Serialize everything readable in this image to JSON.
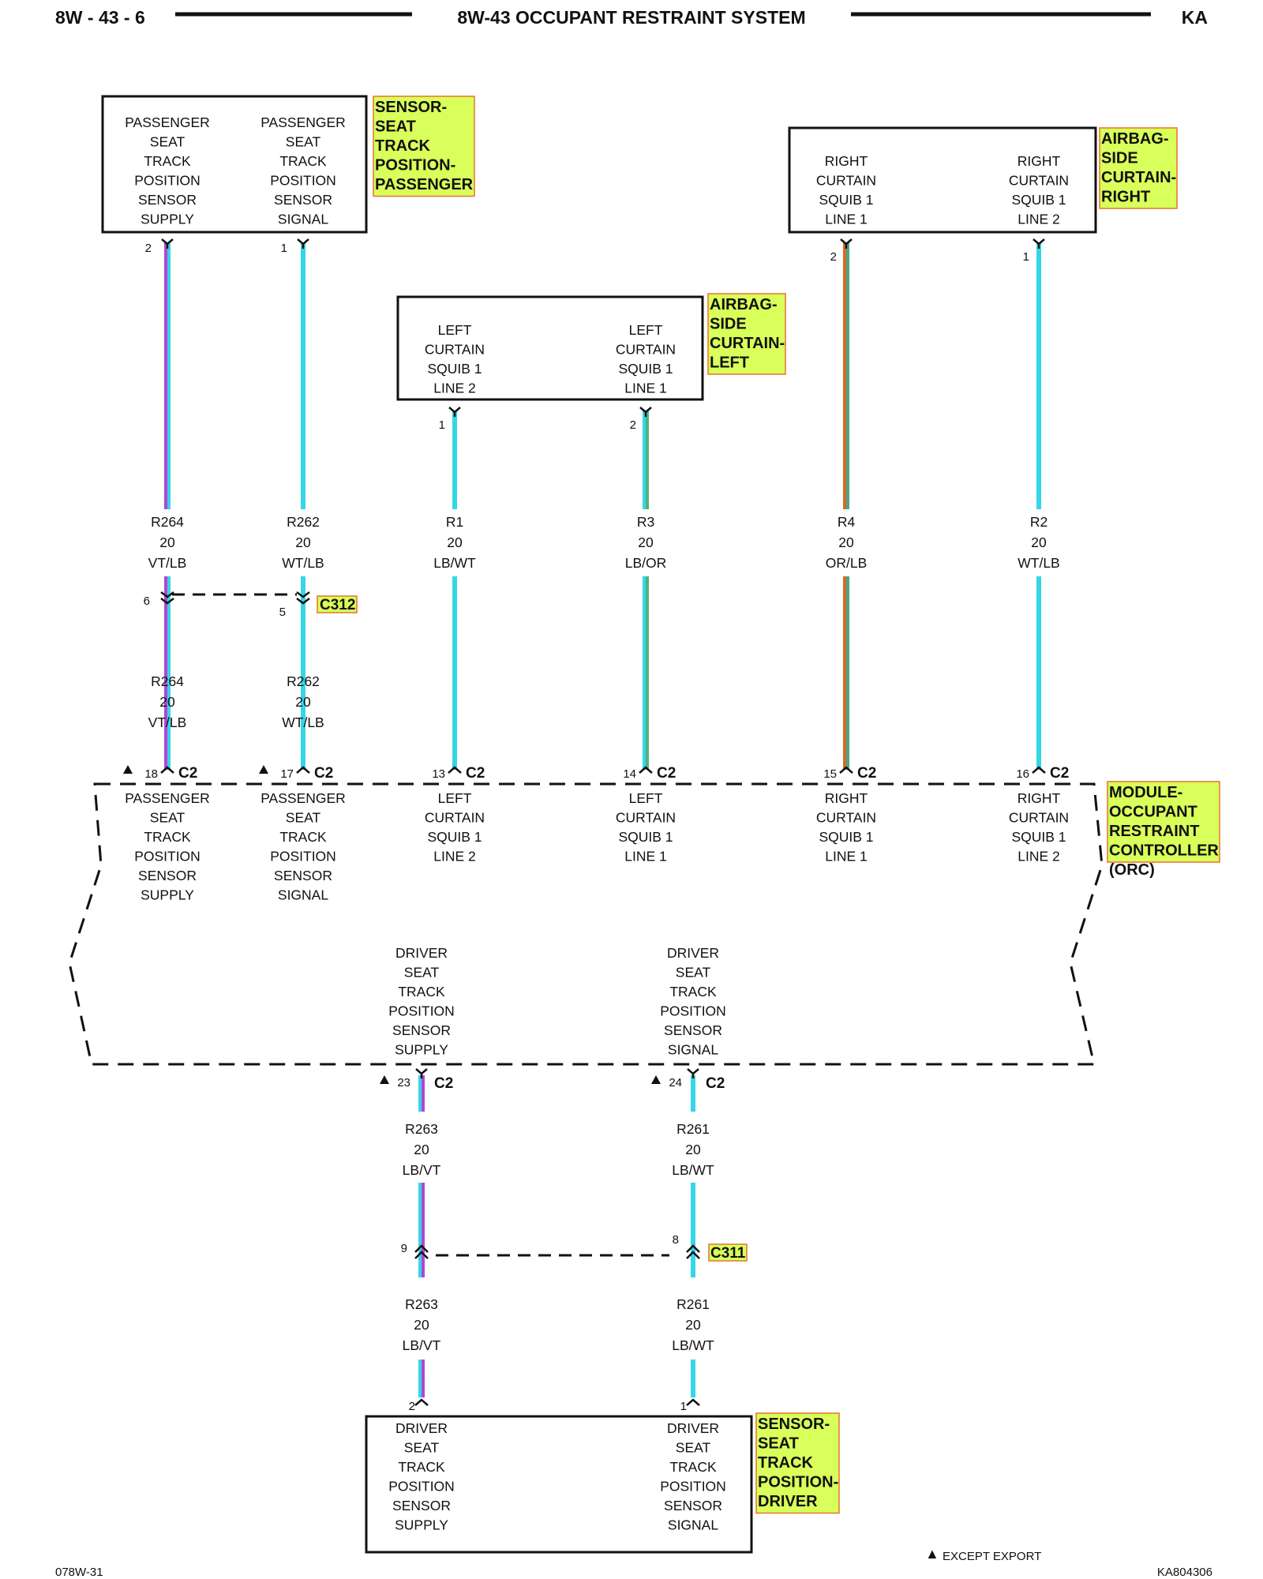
{
  "header": {
    "left": "8W - 43 - 6",
    "title": "8W-43 OCCUPANT RESTRAINT SYSTEM",
    "right": "KA"
  },
  "components": {
    "pass_sensor": {
      "tag": [
        "SENSOR-",
        "SEAT",
        "TRACK",
        "POSITION-",
        "PASSENGER"
      ],
      "cols": [
        [
          "PASSENGER",
          "SEAT",
          "TRACK",
          "POSITION",
          "SENSOR",
          "SUPPLY"
        ],
        [
          "PASSENGER",
          "SEAT",
          "TRACK",
          "POSITION",
          "SENSOR",
          "SIGNAL"
        ]
      ]
    },
    "right_curtain": {
      "tag": [
        "AIRBAG-",
        "SIDE",
        "CURTAIN-",
        "RIGHT"
      ],
      "cols": [
        [
          "RIGHT",
          "CURTAIN",
          "SQUIB 1",
          "LINE 1"
        ],
        [
          "RIGHT",
          "CURTAIN",
          "SQUIB 1",
          "LINE 2"
        ]
      ]
    },
    "left_curtain": {
      "tag": [
        "AIRBAG-",
        "SIDE",
        "CURTAIN-",
        "LEFT"
      ],
      "cols": [
        [
          "LEFT",
          "CURTAIN",
          "SQUIB 1",
          "LINE 2"
        ],
        [
          "LEFT",
          "CURTAIN",
          "SQUIB 1",
          "LINE 1"
        ]
      ]
    },
    "orc": {
      "tag": [
        "MODULE-",
        "OCCUPANT",
        "RESTRAINT",
        "CONTROLLER"
      ],
      "sub": "(ORC)",
      "top_cols": [
        [
          "PASSENGER",
          "SEAT",
          "TRACK",
          "POSITION",
          "SENSOR",
          "SUPPLY"
        ],
        [
          "PASSENGER",
          "SEAT",
          "TRACK",
          "POSITION",
          "SENSOR",
          "SIGNAL"
        ],
        [
          "LEFT",
          "CURTAIN",
          "SQUIB 1",
          "LINE 2"
        ],
        [
          "LEFT",
          "CURTAIN",
          "SQUIB 1",
          "LINE 1"
        ],
        [
          "RIGHT",
          "CURTAIN",
          "SQUIB 1",
          "LINE 1"
        ],
        [
          "RIGHT",
          "CURTAIN",
          "SQUIB 1",
          "LINE 2"
        ]
      ],
      "bottom_cols": [
        [
          "DRIVER",
          "SEAT",
          "TRACK",
          "POSITION",
          "SENSOR",
          "SUPPLY"
        ],
        [
          "DRIVER",
          "SEAT",
          "TRACK",
          "POSITION",
          "SENSOR",
          "SIGNAL"
        ]
      ]
    },
    "driver_sensor": {
      "tag": [
        "SENSOR-",
        "SEAT",
        "TRACK",
        "POSITION-",
        "DRIVER"
      ],
      "cols": [
        [
          "DRIVER",
          "SEAT",
          "TRACK",
          "POSITION",
          "SENSOR",
          "SUPPLY"
        ],
        [
          "DRIVER",
          "SEAT",
          "TRACK",
          "POSITION",
          "SENSOR",
          "SIGNAL"
        ]
      ]
    }
  },
  "wires": [
    {
      "circuit": "R264",
      "gauge": "20",
      "color": "VT/LB",
      "hex": [
        "#b245d8",
        "#35d6e6"
      ],
      "top_pin": "2",
      "c312_pin": "6",
      "orc_pin": "18",
      "orc_conn": "C2",
      "except_export": true
    },
    {
      "circuit": "R262",
      "gauge": "20",
      "color": "WT/LB",
      "hex": [
        "#35d6e6"
      ],
      "top_pin": "1",
      "c312_pin": "5",
      "orc_pin": "17",
      "orc_conn": "C2",
      "except_export": true
    },
    {
      "circuit": "R1",
      "gauge": "20",
      "color": "LB/WT",
      "hex": [
        "#35d6e6"
      ],
      "top_pin": "1",
      "orc_pin": "13",
      "orc_conn": "C2",
      "except_export": false
    },
    {
      "circuit": "R3",
      "gauge": "20",
      "color": "LB/OR",
      "hex": [
        "#35d6e6",
        "#52b07a"
      ],
      "top_pin": "2",
      "orc_pin": "14",
      "orc_conn": "C2",
      "except_export": false
    },
    {
      "circuit": "R4",
      "gauge": "20",
      "color": "OR/LB",
      "hex": [
        "#d6692c",
        "#4ea77a"
      ],
      "top_pin": "2",
      "orc_pin": "15",
      "orc_conn": "C2",
      "except_export": false
    },
    {
      "circuit": "R2",
      "gauge": "20",
      "color": "WT/LB",
      "hex": [
        "#35d6e6"
      ],
      "top_pin": "1",
      "orc_pin": "16",
      "orc_conn": "C2",
      "except_export": false
    },
    {
      "circuit": "R263",
      "gauge": "20",
      "color": "LB/VT",
      "hex": [
        "#35d6e6",
        "#b245d8"
      ],
      "orc_pin": "23",
      "orc_conn": "C2",
      "c311_pin": "9",
      "bottom_pin": "2",
      "except_export": true
    },
    {
      "circuit": "R261",
      "gauge": "20",
      "color": "LB/WT",
      "hex": [
        "#35d6e6"
      ],
      "orc_pin": "24",
      "orc_conn": "C2",
      "c311_pin": "8",
      "bottom_pin": "1",
      "except_export": true
    }
  ],
  "connectors": {
    "c312": "C312",
    "c311": "C311"
  },
  "legend": {
    "symbol": "▲",
    "text": "EXCEPT EXPORT"
  },
  "footer": {
    "left": "078W-31",
    "right": "KA804306"
  },
  "colors": {
    "tag_fill": "#d9ff5a",
    "tag_border": "#e8742a",
    "violet": "#b245d8",
    "light_blue": "#35d6e6",
    "orange": "#d6692c",
    "green": "#52b07a"
  }
}
